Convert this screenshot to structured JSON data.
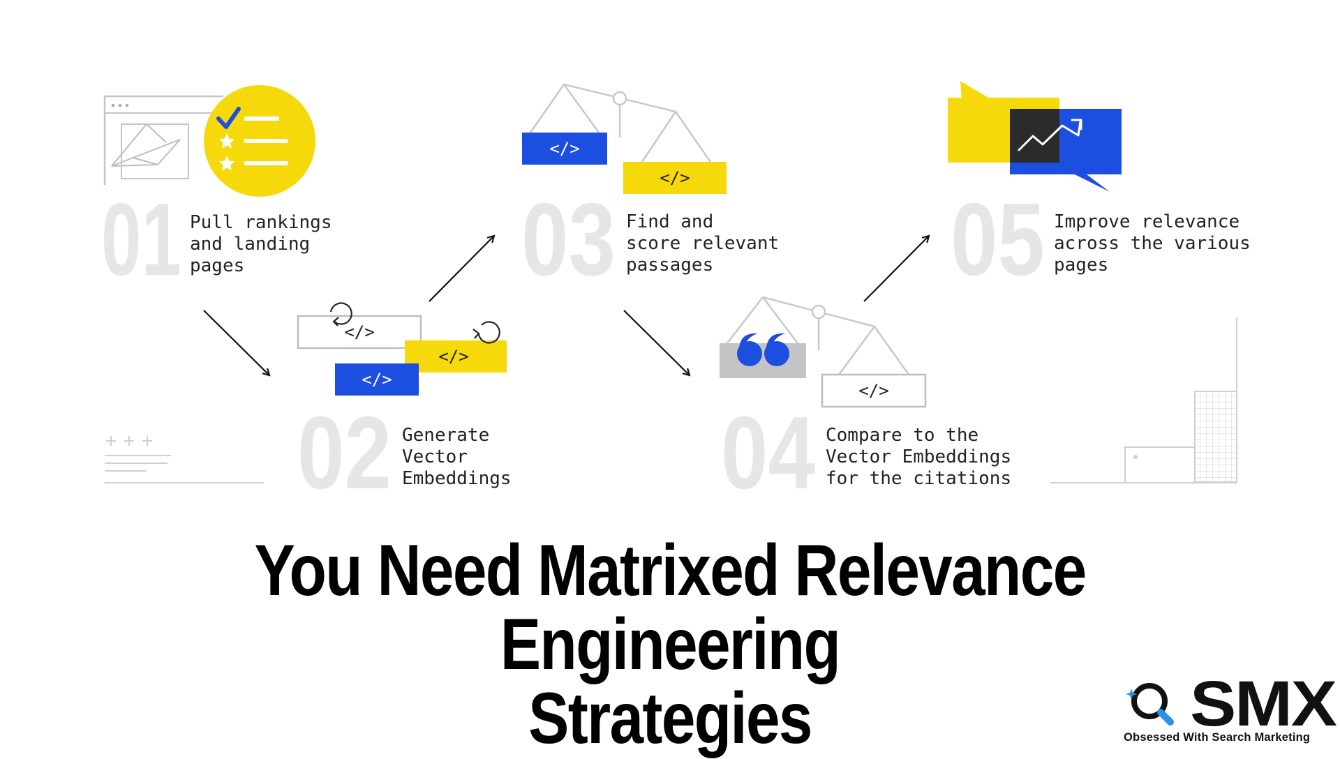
{
  "steps": [
    {
      "number": "01",
      "lines": [
        "Pull rankings",
        "and landing",
        "pages"
      ]
    },
    {
      "number": "02",
      "lines": [
        "Generate",
        "Vector",
        "Embeddings"
      ]
    },
    {
      "number": "03",
      "lines": [
        "Find and",
        "score relevant",
        "passages"
      ]
    },
    {
      "number": "04",
      "lines": [
        "Compare to the",
        "Vector Embeddings",
        "for the citations"
      ]
    },
    {
      "number": "05",
      "lines": [
        "Improve relevance",
        "across the various",
        "pages"
      ]
    }
  ],
  "code_label": "</>",
  "title": {
    "line1": "You Need Matrixed Relevance Engineering",
    "line2": "Strategies"
  },
  "logo": {
    "word": "SMX",
    "tagline": "Obsessed With Search Marketing"
  },
  "colors": {
    "yellow": "#F5D90A",
    "blue": "#1C4EE0",
    "gray_line": "#BDBDBD",
    "number": "#E6E6E6",
    "text": "#222222",
    "dark": "#2B2B2B",
    "quote_box": "#C4C4C4",
    "logo_blue": "#2F8FE0"
  }
}
